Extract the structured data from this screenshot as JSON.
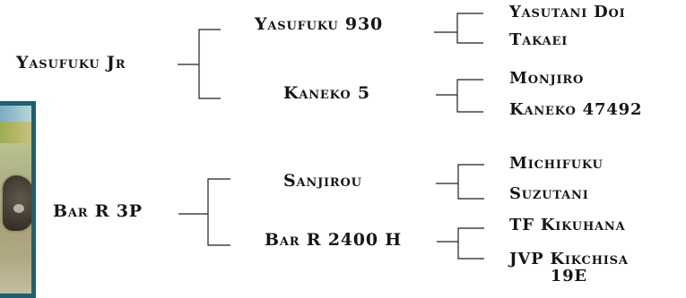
{
  "diagram": {
    "type": "pedigree",
    "generation1": [
      {
        "id": "n1",
        "label": "Yasufuku Jr"
      },
      {
        "id": "n2",
        "label": "Bar R 3P"
      }
    ],
    "generation2": [
      {
        "id": "n3",
        "label": "Yasufuku 930",
        "parent": "n1"
      },
      {
        "id": "n4",
        "label": "Kaneko 5",
        "parent": "n1"
      },
      {
        "id": "n5",
        "label": "Sanjirou",
        "parent": "n2"
      },
      {
        "id": "n6",
        "label": "Bar R 2400 H",
        "parent": "n2"
      }
    ],
    "generation3": [
      {
        "id": "n7",
        "label": "Yasutani Doi",
        "parent": "n3"
      },
      {
        "id": "n8",
        "label": "Takaei",
        "parent": "n3"
      },
      {
        "id": "n9",
        "label": "Monjiro",
        "parent": "n4"
      },
      {
        "id": "n10",
        "label": "Kaneko 47492",
        "parent": "n4"
      },
      {
        "id": "n11",
        "label": "Michifuku",
        "parent": "n5"
      },
      {
        "id": "n12",
        "label": "Suzutani",
        "parent": "n5"
      },
      {
        "id": "n13",
        "label": "TF Kikuhana",
        "parent": "n6"
      },
      {
        "id": "n14",
        "label": "JVP Kikchisa",
        "label2": "19E",
        "parent": "n6"
      }
    ]
  }
}
